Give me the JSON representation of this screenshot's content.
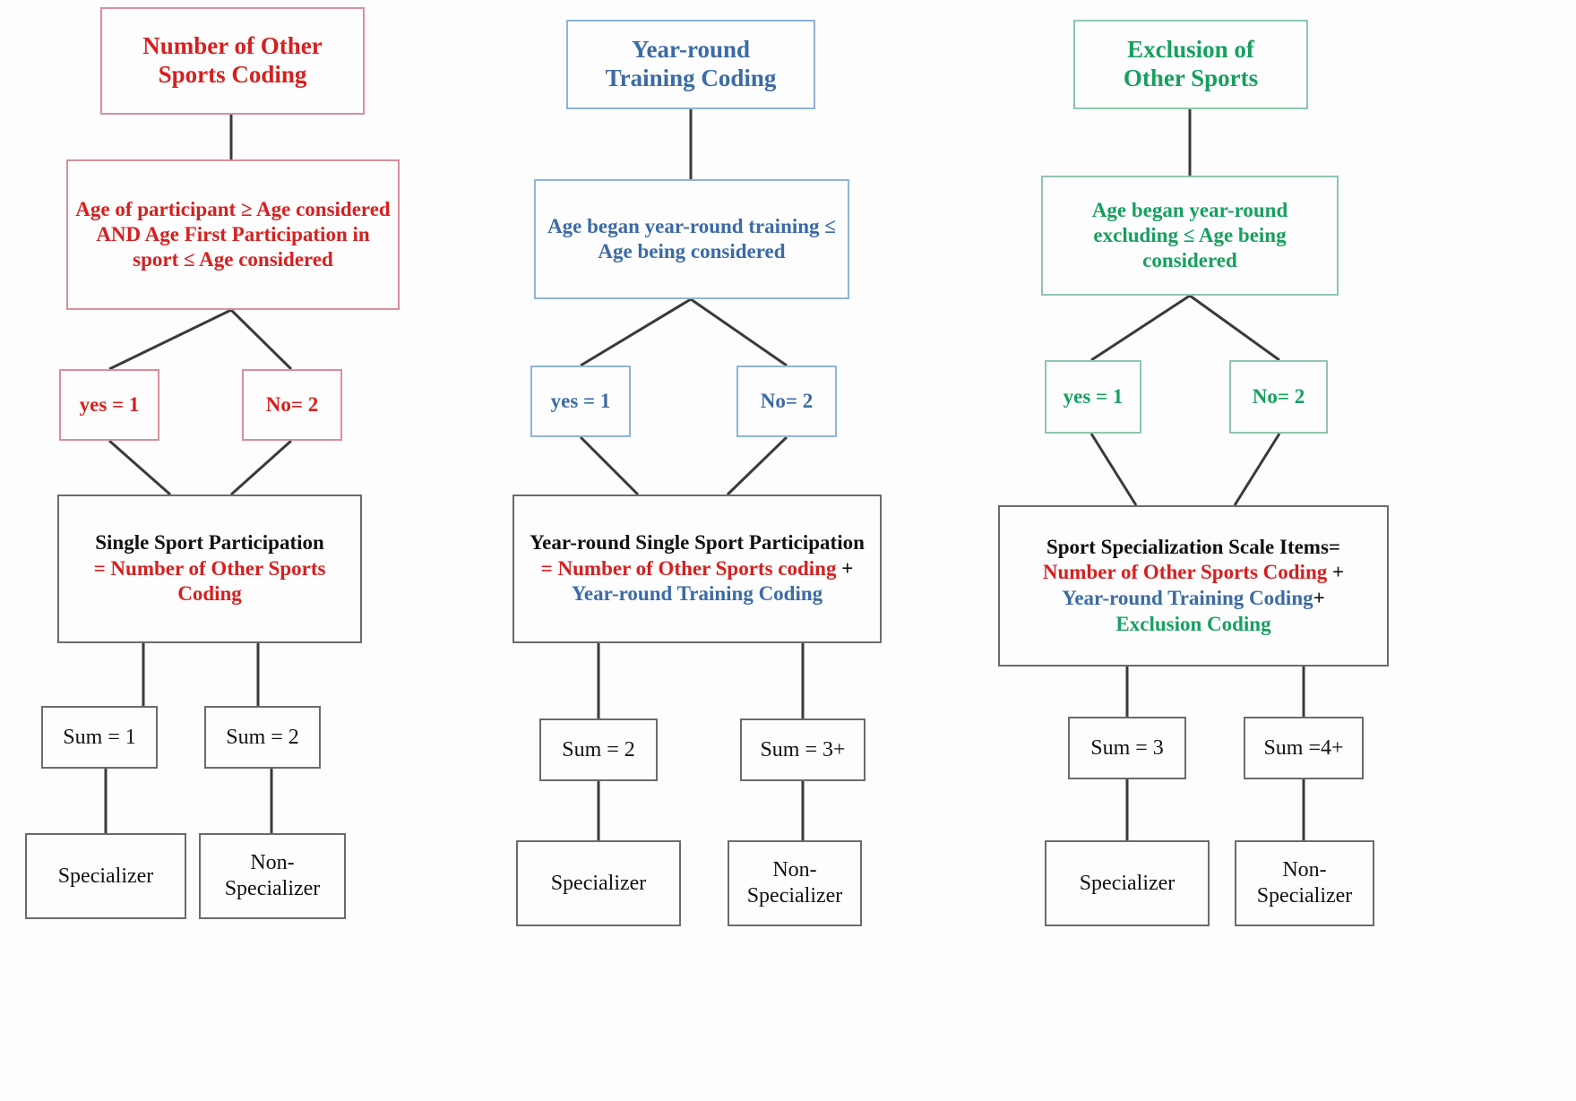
{
  "figure": {
    "kind": "flowchart",
    "columns_count": 3,
    "palette": {
      "red": "#d62020",
      "red_border": "#d98f99",
      "blue": "#3c6ba5",
      "blue_border": "#8fb4d9",
      "green": "#17a05f",
      "green_border": "#8dc7ab",
      "black": "#111111",
      "black_border": "#6b6b6b",
      "connector": "#3a3a3a",
      "background": "#fdfdfd"
    }
  },
  "columns": [
    {
      "id": "number-of-other-sports",
      "accent": "red",
      "title": "Number of Other\nSports Coding",
      "condition": "Age of participant ≥  Age considered\nAND Age First Participation in sport ≤  Age considered",
      "yes_label": "yes = 1",
      "no_label": "No= 2",
      "summary": {
        "head": "Single Sport Participation",
        "parts": [
          {
            "text": "= Number of Other Sports Coding",
            "color": "red"
          }
        ]
      },
      "sum_left": "Sum = 1",
      "sum_right": "Sum = 2",
      "outcome_left": "Specializer",
      "outcome_right": "Non-\nSpecializer"
    },
    {
      "id": "year-round-training",
      "accent": "blue",
      "title": "Year-round\nTraining Coding",
      "condition": "Age began year-round training ≤ Age being considered",
      "yes_label": "yes = 1",
      "no_label": "No= 2",
      "summary": {
        "head": "Year-round Single Sport Participation",
        "parts": [
          {
            "text": "= Number of Other Sports coding",
            "color": "red"
          },
          {
            "text": " + ",
            "color": "black"
          },
          {
            "text": "Year-round Training Coding",
            "color": "blue"
          }
        ]
      },
      "sum_left": "Sum = 2",
      "sum_right": "Sum = 3+",
      "outcome_left": "Specializer",
      "outcome_right": "Non-\nSpecializer"
    },
    {
      "id": "exclusion-of-other-sports",
      "accent": "green",
      "title": "Exclusion of\nOther Sports",
      "condition": "Age began year-round excluding ≤ Age being considered",
      "yes_label": "yes = 1",
      "no_label": "No= 2",
      "summary": {
        "head": "Sport Specialization Scale Items=",
        "parts": [
          {
            "text": "Number of Other Sports Coding",
            "color": "red"
          },
          {
            "text": " + ",
            "color": "black"
          },
          {
            "text": "Year-round Training Coding",
            "color": "blue"
          },
          {
            "text": "+",
            "color": "black"
          },
          {
            "text": "Exclusion Coding",
            "color": "green"
          }
        ]
      },
      "sum_left": "Sum = 3",
      "sum_right": "Sum =4+",
      "outcome_left": "Specializer",
      "outcome_right": "Non-\nSpecializer"
    }
  ]
}
